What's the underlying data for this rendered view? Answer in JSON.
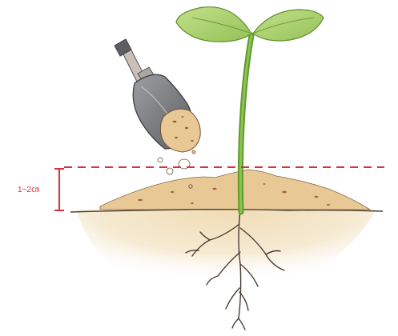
{
  "diagram": {
    "depth_label": "1~2㎝",
    "colors": {
      "depth_marker": "#d9313a",
      "leaf": "#a9cf6b",
      "leaf_dark": "#5f8f2a",
      "stem": "#6aa332",
      "soil_mound": "#e5c690",
      "soil_fill": "#f1e2c3",
      "soil_line": "#5a4a35",
      "roots": "#4a3d33",
      "shovel_blade": "#7b7d80",
      "shovel_handle": "#c9c1b8"
    },
    "parts": [
      "seedling",
      "shovel",
      "soil-clump",
      "soil-mound",
      "roots",
      "depth-guide-line",
      "depth-bracket"
    ]
  }
}
